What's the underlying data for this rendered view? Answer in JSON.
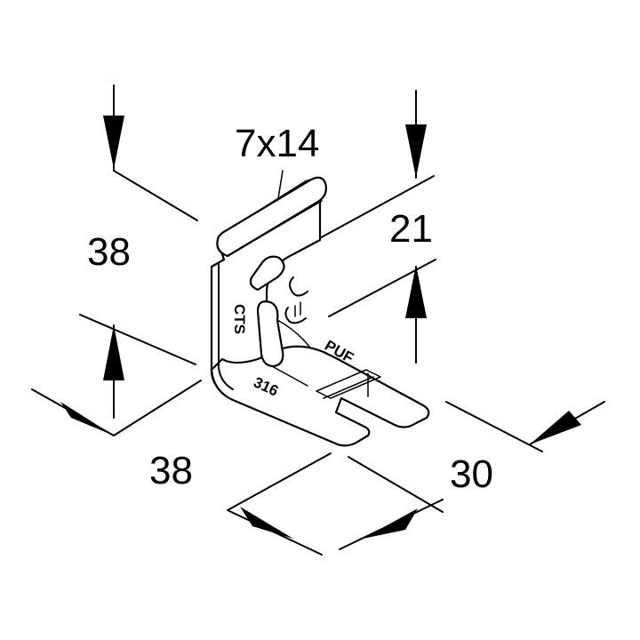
{
  "dimensions": {
    "height_left": "38",
    "slot": "7x14",
    "height_right": "21",
    "depth_left": "38",
    "width_right": "30"
  },
  "markings": {
    "maker": "CTS",
    "grade": "316",
    "finish": "PUF"
  }
}
